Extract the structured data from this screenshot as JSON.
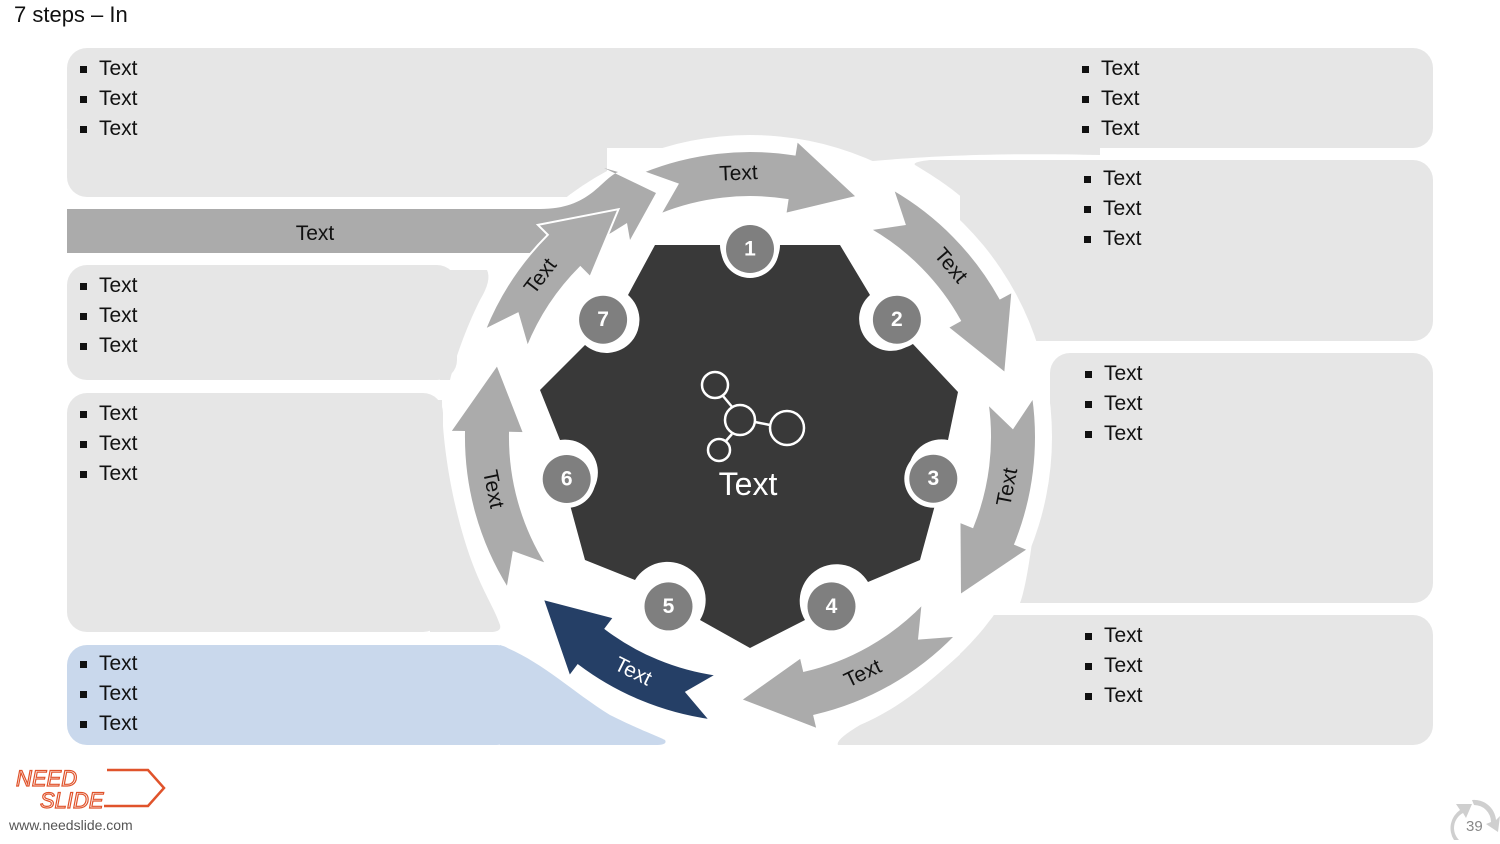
{
  "slide": {
    "title": "7 steps – In",
    "page_number": "39"
  },
  "input_arrow_label": "Text",
  "center_label": "Text",
  "center_icon": "molecule-icon",
  "steps": [
    {
      "number": "1",
      "arc_label": "Text"
    },
    {
      "number": "2",
      "arc_label": "Text"
    },
    {
      "number": "3",
      "arc_label": "Text"
    },
    {
      "number": "4",
      "arc_label": "Text"
    },
    {
      "number": "5",
      "arc_label": "Text"
    },
    {
      "number": "6",
      "arc_label": "Text"
    },
    {
      "number": "7",
      "arc_label": "Text"
    }
  ],
  "panels": [
    {
      "id": "top-left",
      "bullets": [
        "Text",
        "Text",
        "Text"
      ]
    },
    {
      "id": "top-right",
      "bullets": [
        "Text",
        "Text",
        "Text"
      ]
    },
    {
      "id": "right-1",
      "bullets": [
        "Text",
        "Text",
        "Text"
      ]
    },
    {
      "id": "right-2",
      "bullets": [
        "Text",
        "Text",
        "Text"
      ]
    },
    {
      "id": "right-3",
      "bullets": [
        "Text",
        "Text",
        "Text"
      ]
    },
    {
      "id": "left-1",
      "bullets": [
        "Text",
        "Text",
        "Text"
      ]
    },
    {
      "id": "left-2",
      "bullets": [
        "Text",
        "Text",
        "Text"
      ]
    },
    {
      "id": "bottom-left-highlight",
      "bullets": [
        "Text",
        "Text",
        "Text"
      ]
    }
  ],
  "colors": {
    "arrow_gray": "#ababab",
    "arrow_active": "#253f66",
    "panel_gray": "#e6e6e6",
    "panel_highlight": "#c9d8ec",
    "gear": "#393939",
    "badge": "#7f7f7f"
  },
  "brand": {
    "logo_line1": "NEED",
    "logo_line2": "SLIDE",
    "url": "www.needslide.com"
  }
}
